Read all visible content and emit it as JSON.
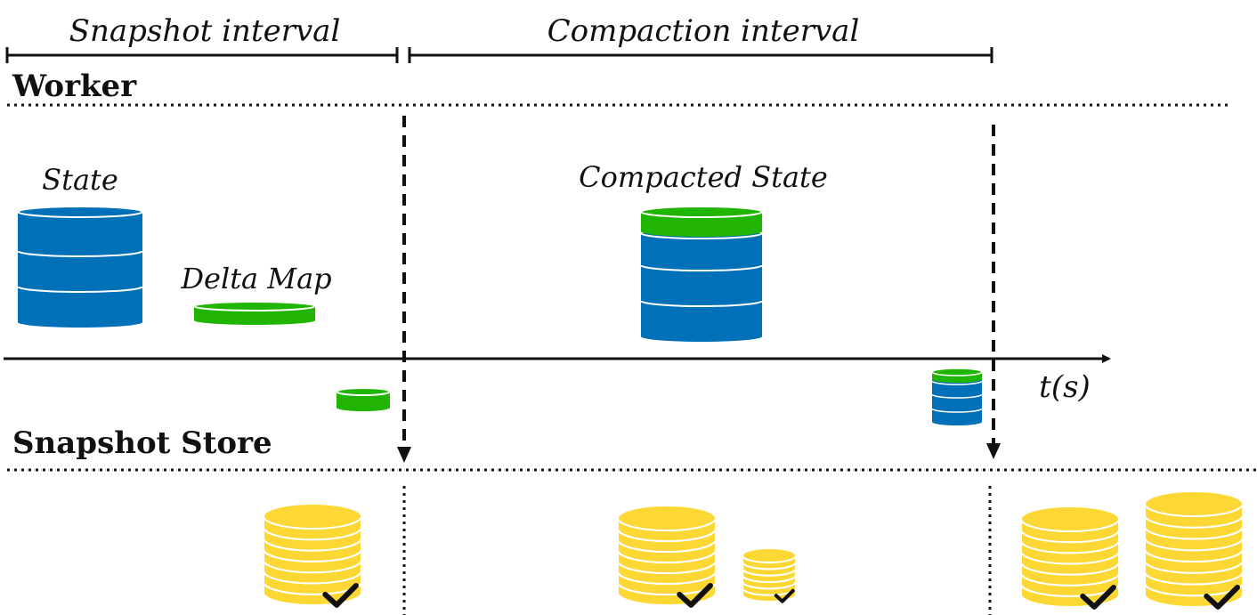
{
  "colors": {
    "state_blue": "#0070b8",
    "delta_green": "#1fb500",
    "snapshot_yellow": "#fdd835",
    "line": "#111111",
    "background": "#ffffff"
  },
  "intervals": {
    "snapshot_label": "Snapshot interval",
    "compaction_label": "Compaction interval"
  },
  "worker": {
    "title": "Worker",
    "state_label": "State",
    "delta_map_label": "Delta Map",
    "compacted_state_label": "Compacted State",
    "axis_label": "t(s)"
  },
  "store": {
    "title": "Snapshot Store",
    "groups": [
      {
        "snapshots": [
          {
            "kind": "full",
            "verified": true
          }
        ]
      },
      {
        "snapshots": [
          {
            "kind": "full",
            "verified": true
          },
          {
            "kind": "delta",
            "verified": true
          }
        ]
      },
      {
        "snapshots": [
          {
            "kind": "full",
            "verified": true
          },
          {
            "kind": "full",
            "verified": true
          }
        ]
      }
    ]
  },
  "icons": {
    "state_db": "database-icon",
    "delta_db": "database-icon",
    "snapshot_coin": "coin-stack-icon",
    "verified": "checkmark-icon"
  }
}
